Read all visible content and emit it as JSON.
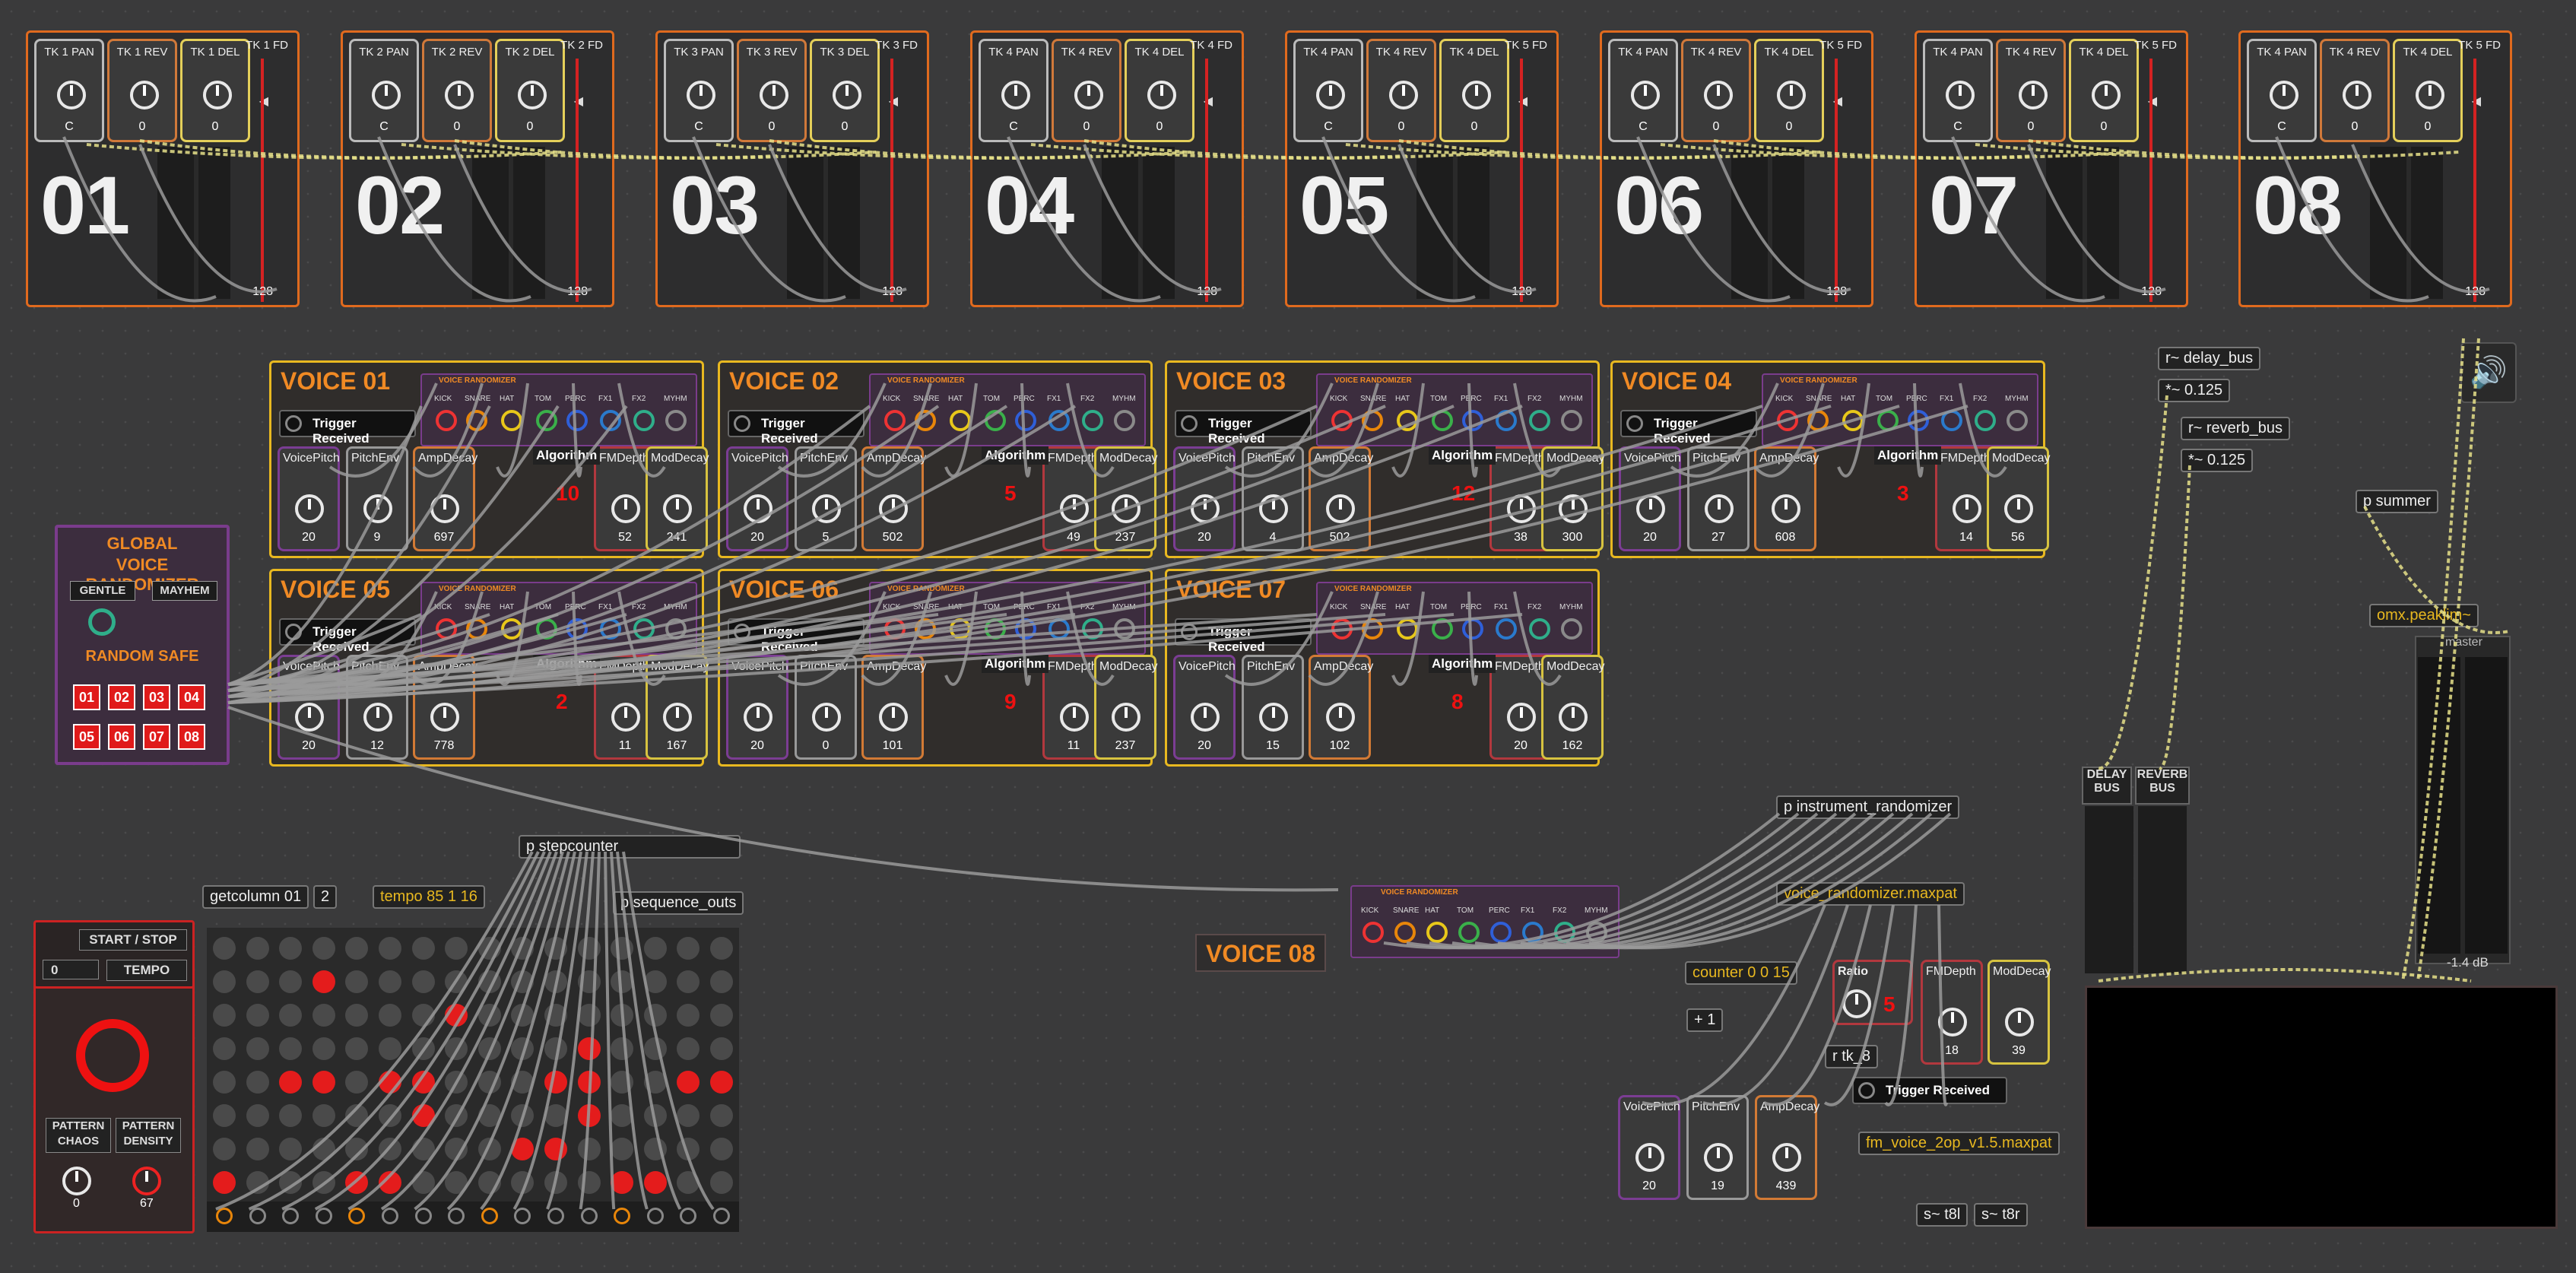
{
  "colors": {
    "track_border": "#e06a1e",
    "voice_border": "#e8b820",
    "randomizer_border": "#7a3c8c",
    "accent_orange": "#f08a24",
    "active_red": "#e41c1c",
    "cable_yellow": "#e6e08a",
    "cable_gray": "#9a9a9a"
  },
  "tracks": [
    {
      "number": "01",
      "pan_label": "TK 1 PAN",
      "rev_label": "TK 1 REV",
      "del_label": "TK 1 DEL",
      "fader_label": "TK 1 FD",
      "pan_value": "C",
      "rev_value": "0",
      "del_value": "0",
      "fader_value": "128"
    },
    {
      "number": "02",
      "pan_label": "TK 2 PAN",
      "rev_label": "TK 2 REV",
      "del_label": "TK 2 DEL",
      "fader_label": "TK 2 FD",
      "pan_value": "C",
      "rev_value": "0",
      "del_value": "0",
      "fader_value": "128"
    },
    {
      "number": "03",
      "pan_label": "TK 3 PAN",
      "rev_label": "TK 3 REV",
      "del_label": "TK 3 DEL",
      "fader_label": "TK 3 FD",
      "pan_value": "C",
      "rev_value": "0",
      "del_value": "0",
      "fader_value": "128"
    },
    {
      "number": "04",
      "pan_label": "TK 4 PAN",
      "rev_label": "TK 4 REV",
      "del_label": "TK 4 DEL",
      "fader_label": "TK 4 FD",
      "pan_value": "C",
      "rev_value": "0",
      "del_value": "0",
      "fader_value": "128"
    },
    {
      "number": "05",
      "pan_label": "TK 4 PAN",
      "rev_label": "TK 4 REV",
      "del_label": "TK 4 DEL",
      "fader_label": "TK 5 FD",
      "pan_value": "C",
      "rev_value": "0",
      "del_value": "0",
      "fader_value": "128"
    },
    {
      "number": "06",
      "pan_label": "TK 4 PAN",
      "rev_label": "TK 4 REV",
      "del_label": "TK 4 DEL",
      "fader_label": "TK 5 FD",
      "pan_value": "C",
      "rev_value": "0",
      "del_value": "0",
      "fader_value": "128"
    },
    {
      "number": "07",
      "pan_label": "TK 4 PAN",
      "rev_label": "TK 4 REV",
      "del_label": "TK 4 DEL",
      "fader_label": "TK 5 FD",
      "pan_value": "C",
      "rev_value": "0",
      "del_value": "0",
      "fader_value": "128"
    },
    {
      "number": "08",
      "pan_label": "TK 4 PAN",
      "rev_label": "TK 4 REV",
      "del_label": "TK 4 DEL",
      "fader_label": "TK 5 FD",
      "pan_value": "C",
      "rev_value": "0",
      "del_value": "0",
      "fader_value": "128"
    }
  ],
  "voice_common": {
    "randomizer_title": "VOICE RANDOMIZER",
    "drum_labels": [
      "KICK",
      "SNARE",
      "HAT",
      "TOM",
      "PERC",
      "FX1",
      "FX2",
      "MYHM"
    ],
    "trigger_label": "Trigger Received",
    "knob_labels": [
      "VoicePitch",
      "PitchEnv",
      "AmpDecay",
      "FMDepth",
      "ModDecay"
    ],
    "algorithm_label": "Algorithm"
  },
  "voices": [
    {
      "title": "VOICE 01",
      "pitch": "20",
      "pitch_env": "9",
      "amp_decay": "697",
      "algorithm": "10",
      "fm_depth": "52",
      "mod_decay": "241"
    },
    {
      "title": "VOICE 02",
      "pitch": "20",
      "pitch_env": "5",
      "amp_decay": "502",
      "algorithm": "5",
      "fm_depth": "49",
      "mod_decay": "237"
    },
    {
      "title": "VOICE 03",
      "pitch": "20",
      "pitch_env": "4",
      "amp_decay": "502",
      "algorithm": "12",
      "fm_depth": "38",
      "mod_decay": "300"
    },
    {
      "title": "VOICE 04",
      "pitch": "20",
      "pitch_env": "27",
      "amp_decay": "608",
      "algorithm": "3",
      "fm_depth": "14",
      "mod_decay": "56"
    },
    {
      "title": "VOICE 05",
      "pitch": "20",
      "pitch_env": "12",
      "amp_decay": "778",
      "algorithm": "2",
      "fm_depth": "11",
      "mod_decay": "167"
    },
    {
      "title": "VOICE 06",
      "pitch": "20",
      "pitch_env": "0",
      "amp_decay": "101",
      "algorithm": "9",
      "fm_depth": "11",
      "mod_decay": "237"
    },
    {
      "title": "VOICE 07",
      "pitch": "20",
      "pitch_env": "15",
      "amp_decay": "102",
      "algorithm": "8",
      "fm_depth": "20",
      "mod_decay": "162"
    }
  ],
  "global_randomizer": {
    "title_line1": "GLOBAL",
    "title_line2": "VOICE RANDOMIZER",
    "gentle_label": "GENTLE",
    "mayhem_label": "MAYHEM",
    "random_safe_label": "RANDOM SAFE",
    "buttons": [
      "01",
      "02",
      "03",
      "04",
      "05",
      "06",
      "07",
      "08"
    ]
  },
  "sequencer": {
    "start_stop_label": "START / STOP",
    "tempo_label": "TEMPO",
    "tempo_number": "0",
    "pattern_chaos_label": "PATTERN CHAOS",
    "pattern_density_label": "PATTERN DENSITY",
    "pattern_chaos_value": "0",
    "pattern_density_value": "67",
    "getcolumn_box": "getcolumn 01",
    "getcolumn_arg": "2",
    "tempo_box": "tempo 85 1 16",
    "stepcounter_box": "p stepcounter",
    "sequence_outs_box": "p sequence_outs",
    "grid_rows": 8,
    "grid_cols": 16,
    "active_cells": [
      [
        1,
        3
      ],
      [
        2,
        7
      ],
      [
        3,
        11
      ],
      [
        4,
        2
      ],
      [
        4,
        3
      ],
      [
        4,
        5
      ],
      [
        4,
        6
      ],
      [
        4,
        10
      ],
      [
        4,
        11
      ],
      [
        4,
        14
      ],
      [
        4,
        15
      ],
      [
        5,
        6
      ],
      [
        5,
        11
      ],
      [
        6,
        9
      ],
      [
        6,
        10
      ],
      [
        7,
        0
      ],
      [
        7,
        4
      ],
      [
        7,
        5
      ],
      [
        7,
        12
      ],
      [
        7,
        13
      ]
    ],
    "step_ring_active": [
      0,
      4,
      8,
      12
    ]
  },
  "voice08": {
    "title": "VOICE 08",
    "randomizer_title": "VOICE RANDOMIZER",
    "instrument_randomizer_box": "p instrument_randomizer",
    "voice_randomizer_box": "voice_randomizer.maxpat",
    "counter_box": "counter 0 0 15",
    "plus_one_box": "+ 1",
    "r_tk_box": "r tk_8",
    "ratio_label": "Ratio",
    "ratio_value": "5",
    "fm_depth_value": "18",
    "mod_decay_value": "39",
    "voice_pitch_value": "20",
    "pitch_env_value": "19",
    "amp_decay_value": "439",
    "trigger_label": "Trigger Received",
    "fm_voice_box": "fm_voice_2op_v1.5.maxpat",
    "send_left_box": "s~ t8l",
    "send_right_box": "s~ t8r"
  },
  "right_side": {
    "delay_bus_recv": "r~ delay_bus",
    "delay_mult": "*~ 0.125",
    "reverb_bus_recv": "r~ reverb_bus",
    "reverb_mult": "*~ 0.125",
    "summer_box": "p summer",
    "peaking_box": "omx.peaklim~",
    "master_label": "master",
    "master_db": "-1.4 dB",
    "delay_bus_label": "DELAY BUS",
    "reverb_bus_label": "REVERB BUS",
    "speaker_icon": "speaker-icon"
  }
}
